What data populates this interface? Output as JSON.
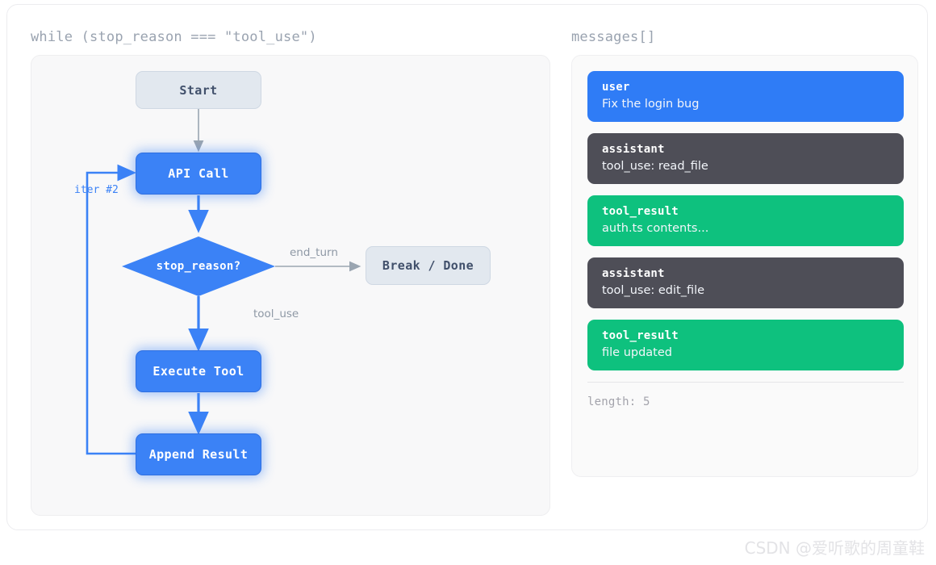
{
  "flow": {
    "header": "while (stop_reason === \"tool_use\")",
    "nodes": [
      {
        "id": "start",
        "label": "Start",
        "state": "idle"
      },
      {
        "id": "api",
        "label": "API Call",
        "state": "active"
      },
      {
        "id": "decide",
        "label": "stop_reason?",
        "state": "active"
      },
      {
        "id": "break",
        "label": "Break / Done",
        "state": "idle"
      },
      {
        "id": "execute",
        "label": "Execute Tool",
        "state": "active"
      },
      {
        "id": "append",
        "label": "Append Result",
        "state": "active"
      }
    ],
    "edge_labels": {
      "end_turn": "end_turn",
      "tool_use": "tool_use",
      "iteration": "iter #2"
    },
    "colors": {
      "active": "#3b82f6",
      "idle_fill": "#e2e8ef",
      "idle_border": "#cfd8e3",
      "arrow_gray": "#9aa5b1",
      "panel_bg": "#f8f8f9"
    }
  },
  "messages": {
    "header": "messages[]",
    "items": [
      {
        "role": "user",
        "text": "Fix the login bug",
        "style": "user"
      },
      {
        "role": "assistant",
        "text": "tool_use: read_file",
        "style": "assistant"
      },
      {
        "role": "tool_result",
        "text": "auth.ts contents...",
        "style": "tool"
      },
      {
        "role": "assistant",
        "text": "tool_use: edit_file",
        "style": "assistant"
      },
      {
        "role": "tool_result",
        "text": "file updated",
        "style": "tool"
      }
    ],
    "length_label": "length: 5",
    "colors": {
      "user": "#2f7cf6",
      "assistant": "#4e4e57",
      "tool_result": "#0ec17e"
    }
  },
  "watermark": "CSDN @爱听歌的周童鞋"
}
